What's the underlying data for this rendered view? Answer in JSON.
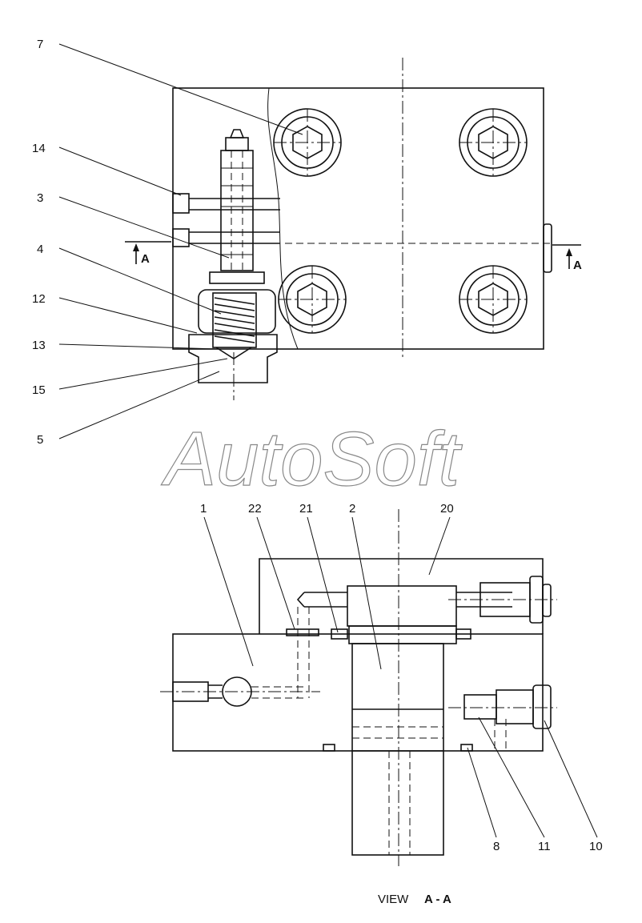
{
  "labels": {
    "l7": "7",
    "l14": "14",
    "l3": "3",
    "l4": "4",
    "l12": "12",
    "l13": "13",
    "l15": "15",
    "l5": "5",
    "l1": "1",
    "l22": "22",
    "l21": "21",
    "l2": "2",
    "l20": "20",
    "l8": "8",
    "l11": "11",
    "l10": "10"
  },
  "section_marker": "A",
  "watermark": "AutoSoft",
  "view_caption": {
    "prefix": "VIEW",
    "section": "A - A"
  }
}
